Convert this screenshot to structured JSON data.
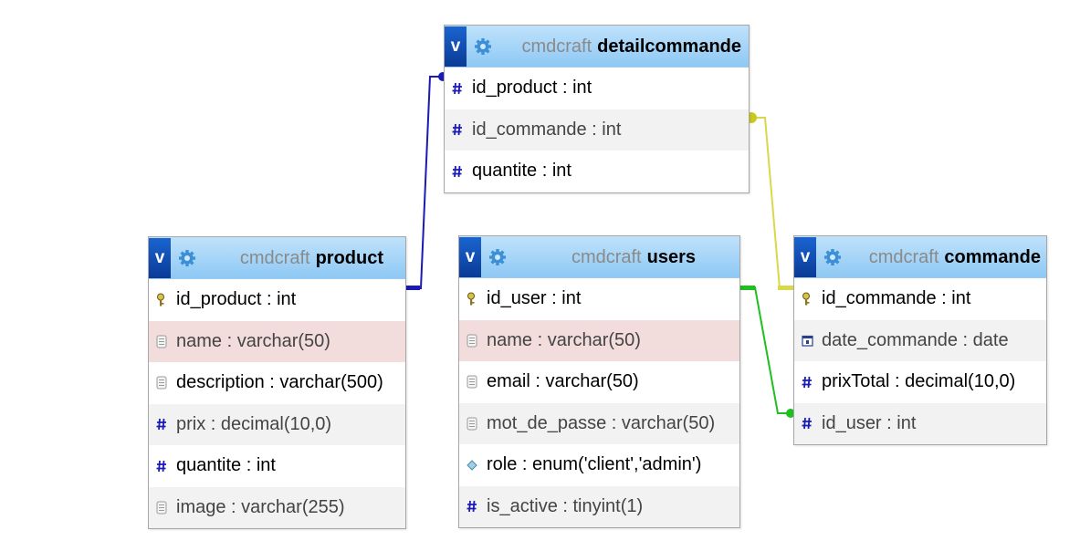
{
  "tables": {
    "detailcommande": {
      "db": "cmdcraft",
      "name": "detailcommande",
      "columns": [
        {
          "text": "id_product : int",
          "icon": "hash-icon"
        },
        {
          "text": "id_commande : int",
          "icon": "hash-icon"
        },
        {
          "text": "quantite : int",
          "icon": "hash-icon"
        }
      ]
    },
    "product": {
      "db": "cmdcraft",
      "name": "product",
      "columns": [
        {
          "text": "id_product : int",
          "icon": "key-icon"
        },
        {
          "text": "name : varchar(50)",
          "icon": "text-column-icon"
        },
        {
          "text": "description : varchar(500)",
          "icon": "text-column-icon"
        },
        {
          "text": "prix : decimal(10,0)",
          "icon": "hash-icon"
        },
        {
          "text": "quantite : int",
          "icon": "hash-icon"
        },
        {
          "text": "image : varchar(255)",
          "icon": "text-column-icon"
        }
      ]
    },
    "users": {
      "db": "cmdcraft",
      "name": "users",
      "columns": [
        {
          "text": "id_user : int",
          "icon": "key-icon"
        },
        {
          "text": "name : varchar(50)",
          "icon": "text-column-icon"
        },
        {
          "text": "email : varchar(50)",
          "icon": "text-column-icon"
        },
        {
          "text": "mot_de_passe : varchar(50)",
          "icon": "text-column-icon"
        },
        {
          "text": "role : enum('client','admin')",
          "icon": "enum-icon"
        },
        {
          "text": "is_active : tinyint(1)",
          "icon": "hash-icon"
        }
      ]
    },
    "commande": {
      "db": "cmdcraft",
      "name": "commande",
      "columns": [
        {
          "text": "id_commande : int",
          "icon": "key-icon"
        },
        {
          "text": "date_commande : date",
          "icon": "date-icon"
        },
        {
          "text": "prixTotal : decimal(10,0)",
          "icon": "hash-icon"
        },
        {
          "text": "id_user : int",
          "icon": "hash-icon"
        }
      ]
    }
  },
  "toggle_label": "v",
  "relations": [
    {
      "from": "detailcommande.id_product",
      "to": "product.id_product",
      "color": "#1a1ab4"
    },
    {
      "from": "detailcommande.id_commande",
      "to": "commande.id_commande",
      "color": "#d8d84a"
    },
    {
      "from": "commande.id_user",
      "to": "users.id_user",
      "color": "#1fbf1f"
    }
  ],
  "colors": {
    "header_top": "#bfe2fb",
    "header_bottom": "#8ec8f4",
    "toggle_bg": "#1256c4",
    "row_alt": "#f2f2f2",
    "row_highlight": "#f2dcdc"
  }
}
